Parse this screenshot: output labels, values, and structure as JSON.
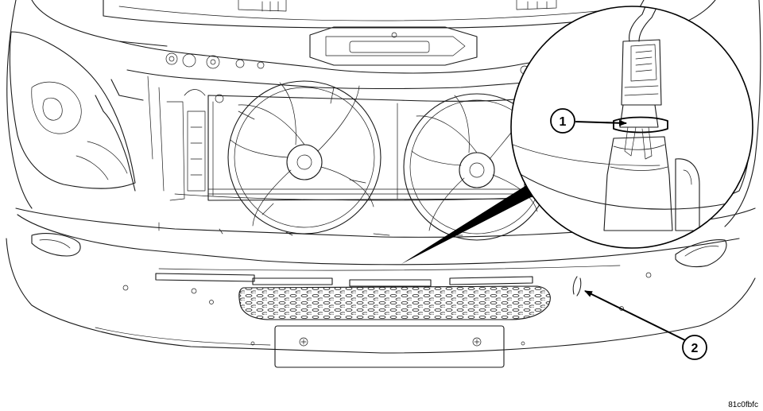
{
  "callouts": [
    {
      "label": "1",
      "part": "sensor-connector-clip"
    },
    {
      "label": "2",
      "part": "sensor-location-bumper"
    }
  ],
  "figure_code": "81c0fbfc",
  "colors": {
    "line": "#1a1a1a",
    "background": "#ffffff"
  }
}
